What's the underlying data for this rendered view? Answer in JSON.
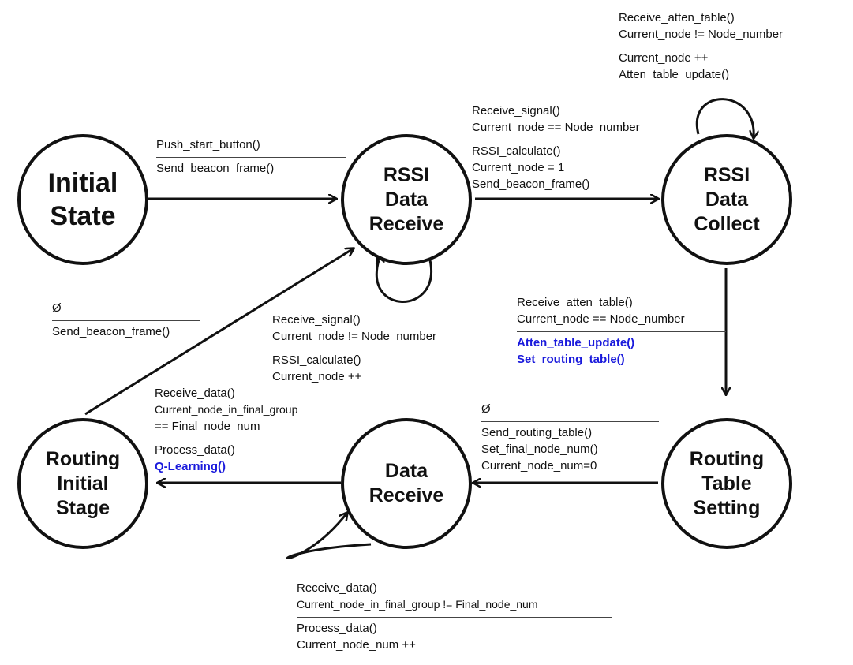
{
  "states": {
    "initial": "Initial\nState",
    "rssi_receive": "RSSI\nData\nReceive",
    "rssi_collect": "RSSI\nData\nCollect",
    "routing_setting": "Routing\nTable\nSetting",
    "data_receive": "Data\nReceive",
    "routing_initial": "Routing\nInitial\nStage"
  },
  "transitions": {
    "t1": {
      "cond": [
        "Push_start_button()"
      ],
      "act": [
        "Send_beacon_frame()"
      ]
    },
    "t2": {
      "cond": [
        "Receive_signal()",
        "Current_node == Node_number"
      ],
      "act": [
        "RSSI_calculate()",
        "Current_node = 1",
        "Send_beacon_frame()"
      ]
    },
    "t3": {
      "cond": [
        "Receive_atten_table()",
        "Current_node != Node_number"
      ],
      "act": [
        "Current_node ++",
        "Atten_table_update()"
      ]
    },
    "t4": {
      "cond": [
        "Receive_signal()",
        "Current_node != Node_number"
      ],
      "act": [
        "RSSI_calculate()",
        "Current_node ++"
      ]
    },
    "t5": {
      "cond": [
        "Receive_atten_table()",
        "Current_node == Node_number"
      ],
      "act_blue": [
        "Atten_table_update()",
        "Set_routing_table()"
      ]
    },
    "t6": {
      "cond": [
        "Ø"
      ],
      "act": [
        "Send_routing_table()",
        "Set_final_node_num()",
        "Current_node_num=0"
      ]
    },
    "t7": {
      "cond": [
        "Receive_data()",
        "Current_node_in_final_group",
        "== Final_node_num"
      ],
      "act": [
        "Process_data()"
      ],
      "act_blue": [
        "Q-Learning()"
      ]
    },
    "t8": {
      "cond": [
        "Receive_data()",
        "Current_node_in_final_group != Final_node_num"
      ],
      "act": [
        "Process_data()",
        "Current_node_num ++"
      ]
    },
    "t9": {
      "cond": [
        "Ø"
      ],
      "act": [
        "Send_beacon_frame()"
      ]
    }
  },
  "colors": {
    "line": "#111111",
    "highlight": "#1a1adc"
  }
}
